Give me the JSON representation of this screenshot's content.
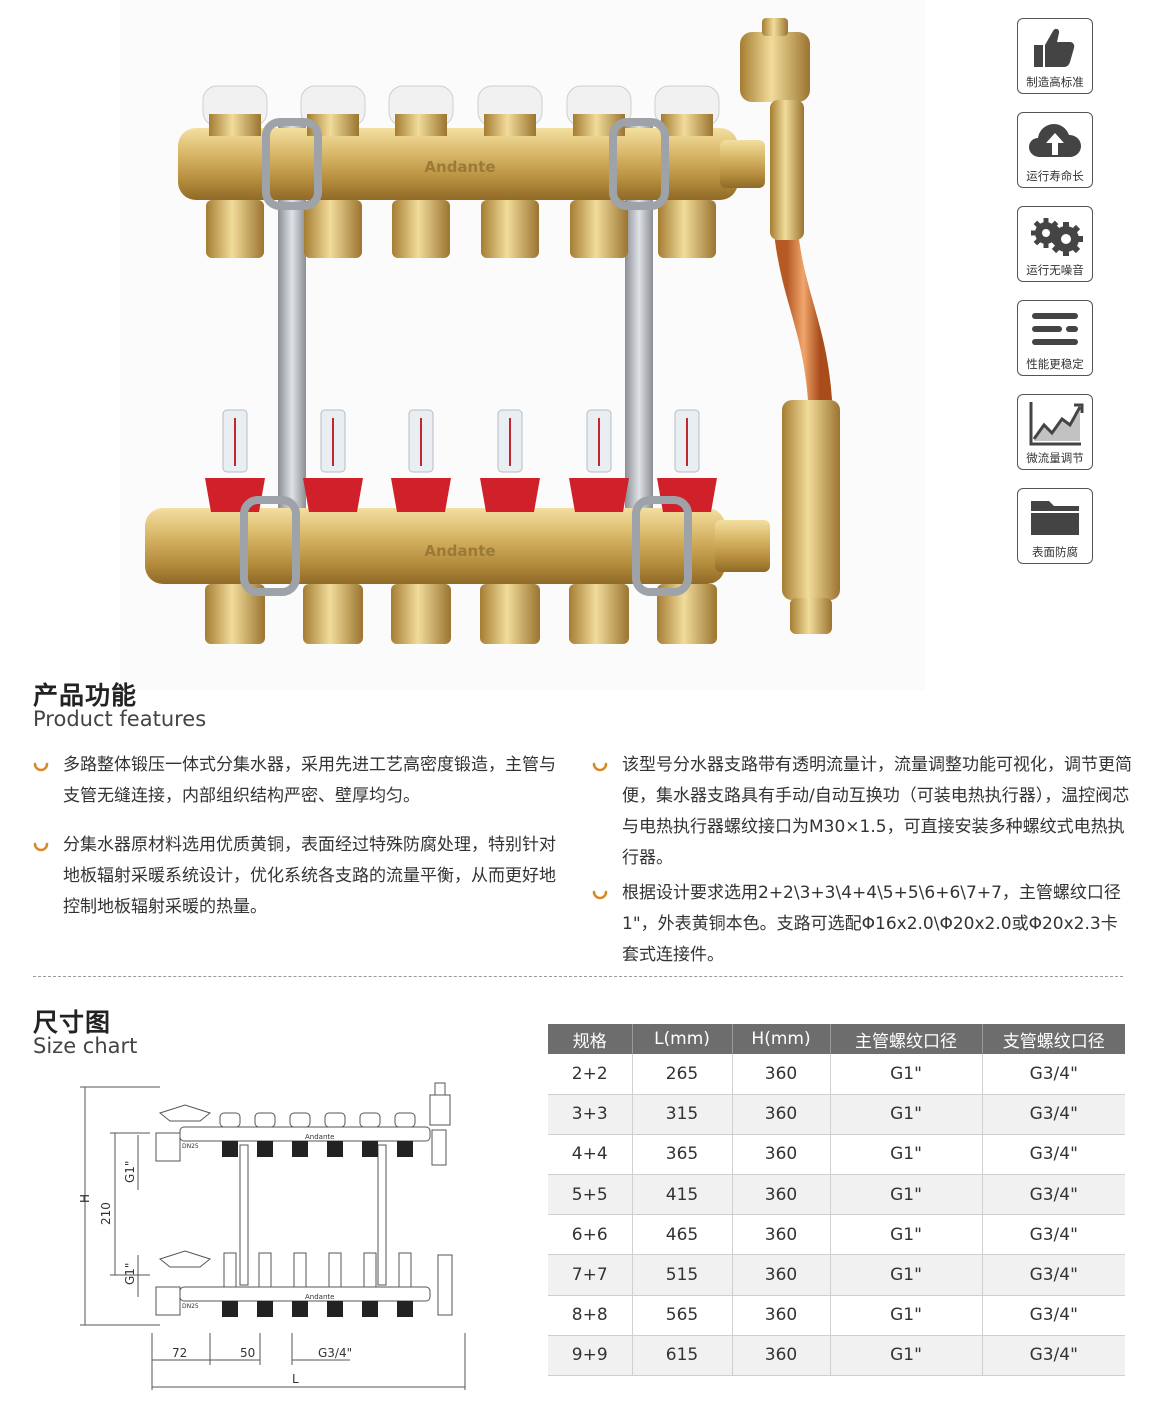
{
  "badges": [
    {
      "label": "制造高标准",
      "icon": "thumbs-up-icon"
    },
    {
      "label": "运行寿命长",
      "icon": "cloud-upload-icon"
    },
    {
      "label": "运行无噪音",
      "icon": "gears-icon"
    },
    {
      "label": "性能更稳定",
      "icon": "lines-icon"
    },
    {
      "label": "微流量调节",
      "icon": "trend-chart-icon"
    },
    {
      "label": "表面防腐",
      "icon": "folder-icon"
    }
  ],
  "photo": {
    "brand_top": "Andante",
    "brand_bottom": "Andante"
  },
  "features": {
    "title_cn": "产品功能",
    "title_en": "Product features",
    "left": [
      "多路整体锻压一体式分集水器，采用先进工艺高密度锻造，主管与支管无缝连接，内部组织结构严密、壁厚均匀。",
      "分集水器原材料选用优质黄铜，表面经过特殊防腐处理，特别针对地板辐射采暖系统设计，优化系统各支路的流量平衡，从而更好地控制地板辐射采暖的热量。"
    ],
    "right": [
      "该型号分水器支路带有透明流量计，流量调整功能可视化，调节更简便，集水器支路具有手动/自动互换功（可装电热执行器），温控阀芯与电热执行器螺纹接口为M30×1.5，可直接安装多种螺纹式电热执行器。",
      "根据设计要求选用2+2\\3+3\\4+4\\5+5\\6+6\\7+7，主管螺纹口径1\"，外表黄铜本色。支路可选配Φ16x2.0\\Φ20x2.0或Φ20x2.3卡套式连接件。"
    ]
  },
  "size": {
    "title_cn": "尺寸图",
    "title_en": "Size chart",
    "diagram": {
      "H": "H",
      "d210": "210",
      "g1_top": "G1\"",
      "g1_bottom": "G1\"",
      "d72": "72",
      "d50": "50",
      "g34": "G3/4\"",
      "L": "L",
      "brand_top": "Andante",
      "brand_bottom": "Andante",
      "dn_top": "DN25",
      "dn_bottom": "DN25"
    },
    "table": {
      "headers": [
        "规格",
        "L(mm)",
        "H(mm)",
        "主管螺纹口径",
        "支管螺纹口径"
      ],
      "rows": [
        [
          "2+2",
          "265",
          "360",
          "G1\"",
          "G3/4\""
        ],
        [
          "3+3",
          "315",
          "360",
          "G1\"",
          "G3/4\""
        ],
        [
          "4+4",
          "365",
          "360",
          "G1\"",
          "G3/4\""
        ],
        [
          "5+5",
          "415",
          "360",
          "G1\"",
          "G3/4\""
        ],
        [
          "6+6",
          "465",
          "360",
          "G1\"",
          "G3/4\""
        ],
        [
          "7+7",
          "515",
          "360",
          "G1\"",
          "G3/4\""
        ],
        [
          "8+8",
          "565",
          "360",
          "G1\"",
          "G3/4\""
        ],
        [
          "9+9",
          "615",
          "360",
          "G1\"",
          "G3/4\""
        ]
      ]
    }
  }
}
